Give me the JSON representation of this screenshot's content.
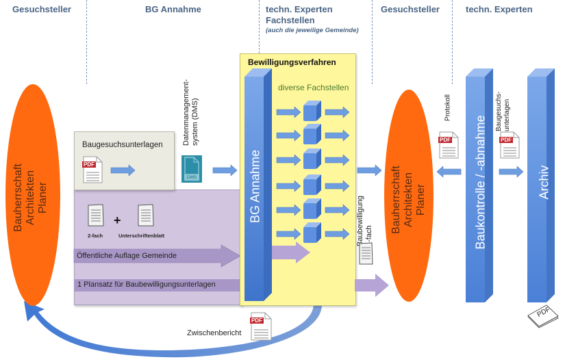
{
  "headers": [
    {
      "label": "Gesuchsteller"
    },
    {
      "label": "BG Annahme"
    },
    {
      "label": "techn. Experten"
    },
    {
      "label": "Gesuchsteller"
    },
    {
      "label": "techn. Experten"
    }
  ],
  "header_sub": {
    "line2": "Fachstellen",
    "note": "(auch die jeweilige Gemeinde)"
  },
  "applicant_left": {
    "lines": [
      "Bauherrschaft",
      "Architekten",
      "Planer"
    ],
    "color": "#ff6a10"
  },
  "applicant_right": {
    "lines": [
      "Bauherrschaft",
      "Architekten",
      "Planer"
    ],
    "color": "#ff6a10"
  },
  "submission": {
    "documents_label": "Baugesuchsunterlagen",
    "pdf_badge": "PDF",
    "dms_label_line1": "Datenmanagement-",
    "dms_label_line2": "system (DMS)",
    "dms_badge": "DMS",
    "paper_copies": "2-fach",
    "plus": "+",
    "signature_sheet": "Unterschriftenblatt",
    "public_display": "Öffentliche Auflage Gemeinde",
    "plan_set": "1 Plansatz für Baubewilligungsunterlagen"
  },
  "procedure": {
    "title": "Bewilligungsverfahren",
    "intake_bar": "BG Annahme",
    "agencies_label": "diverse Fachstellen",
    "agency_count": 6
  },
  "permit": {
    "line1": "Baubewilligung",
    "line2": "1-fach"
  },
  "protocol": {
    "label": "Protokoll",
    "pdf_badge": "PDF"
  },
  "inspection": {
    "bar": "Baukontrolle / -abnahme"
  },
  "archive_docs": {
    "line1": "Baugesuchs-",
    "line2": "unterlagen",
    "pdf_badge": "PDF"
  },
  "archive": {
    "bar": "Archiv",
    "stack_label": "PDF"
  },
  "interim": {
    "label": "Zwischenbericht",
    "pdf_badge": "PDF"
  },
  "colors": {
    "header_text": "#4a6484",
    "yellow_panel": "#fff79c",
    "purple_panel": "#d2c5e0",
    "gray_panel": "#ecebe1",
    "blue_bar": "#5b8fdc",
    "pdf_red": "#c0272d"
  }
}
